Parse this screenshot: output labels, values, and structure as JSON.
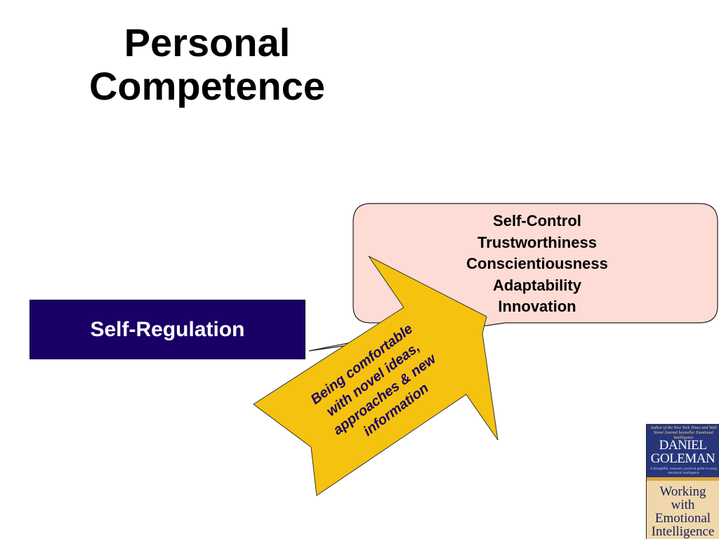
{
  "title": {
    "line1": "Personal",
    "line2": "Competence"
  },
  "callout": {
    "items": [
      "Self-Control",
      "Trustworthiness",
      "Conscientiousness",
      "Adaptability",
      "Innovation"
    ],
    "fill": "#fddcd5",
    "stroke": "#222222"
  },
  "box": {
    "label": "Self-Regulation",
    "color": "#1a0066"
  },
  "arrow": {
    "lines": [
      "Being comfortable",
      "with novel ideas,",
      "approaches & new",
      "information"
    ],
    "fill": "#f5c20f",
    "text_color": "#1a0066"
  },
  "book": {
    "tagline": "Author of the New York Times and Wall Street Journal bestseller Emotional Intelligence",
    "author_line1": "DANIEL",
    "author_line2": "GOLEMAN",
    "blurb": "A thoughtful, reasoned, practical guide to using emotional intelligence",
    "title_line1": "Working",
    "title_line2": "with",
    "title_line3": "Emotional",
    "title_line4": "Intelligence"
  }
}
